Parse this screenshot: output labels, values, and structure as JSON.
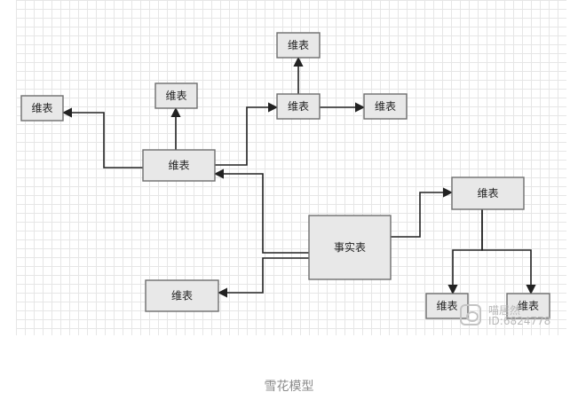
{
  "diagram": {
    "nodes": [
      {
        "id": "fact",
        "label": "事实表"
      },
      {
        "id": "dim_a",
        "label": "维表"
      },
      {
        "id": "dim_a_left",
        "label": "维表"
      },
      {
        "id": "dim_a_top",
        "label": "维表"
      },
      {
        "id": "dim_b",
        "label": "维表"
      },
      {
        "id": "dim_b_top",
        "label": "维表"
      },
      {
        "id": "dim_b_right",
        "label": "维表"
      },
      {
        "id": "dim_c",
        "label": "维表"
      },
      {
        "id": "dim_c_left",
        "label": "维表"
      },
      {
        "id": "dim_c_right",
        "label": "维表"
      },
      {
        "id": "dim_d",
        "label": "维表"
      }
    ],
    "edges": [
      {
        "from": "fact",
        "to": "dim_a"
      },
      {
        "from": "fact",
        "to": "dim_d"
      },
      {
        "from": "fact",
        "to": "dim_c"
      },
      {
        "from": "dim_a",
        "to": "dim_a_left"
      },
      {
        "from": "dim_a",
        "to": "dim_a_top"
      },
      {
        "from": "dim_a",
        "to": "dim_b"
      },
      {
        "from": "dim_b",
        "to": "dim_b_top"
      },
      {
        "from": "dim_b",
        "to": "dim_b_right"
      },
      {
        "from": "dim_c",
        "to": "dim_c_left"
      },
      {
        "from": "dim_c",
        "to": "dim_c_right"
      }
    ]
  },
  "caption": "雪花模型",
  "watermark": {
    "name": "喵居然",
    "id": "ID:6824778"
  }
}
